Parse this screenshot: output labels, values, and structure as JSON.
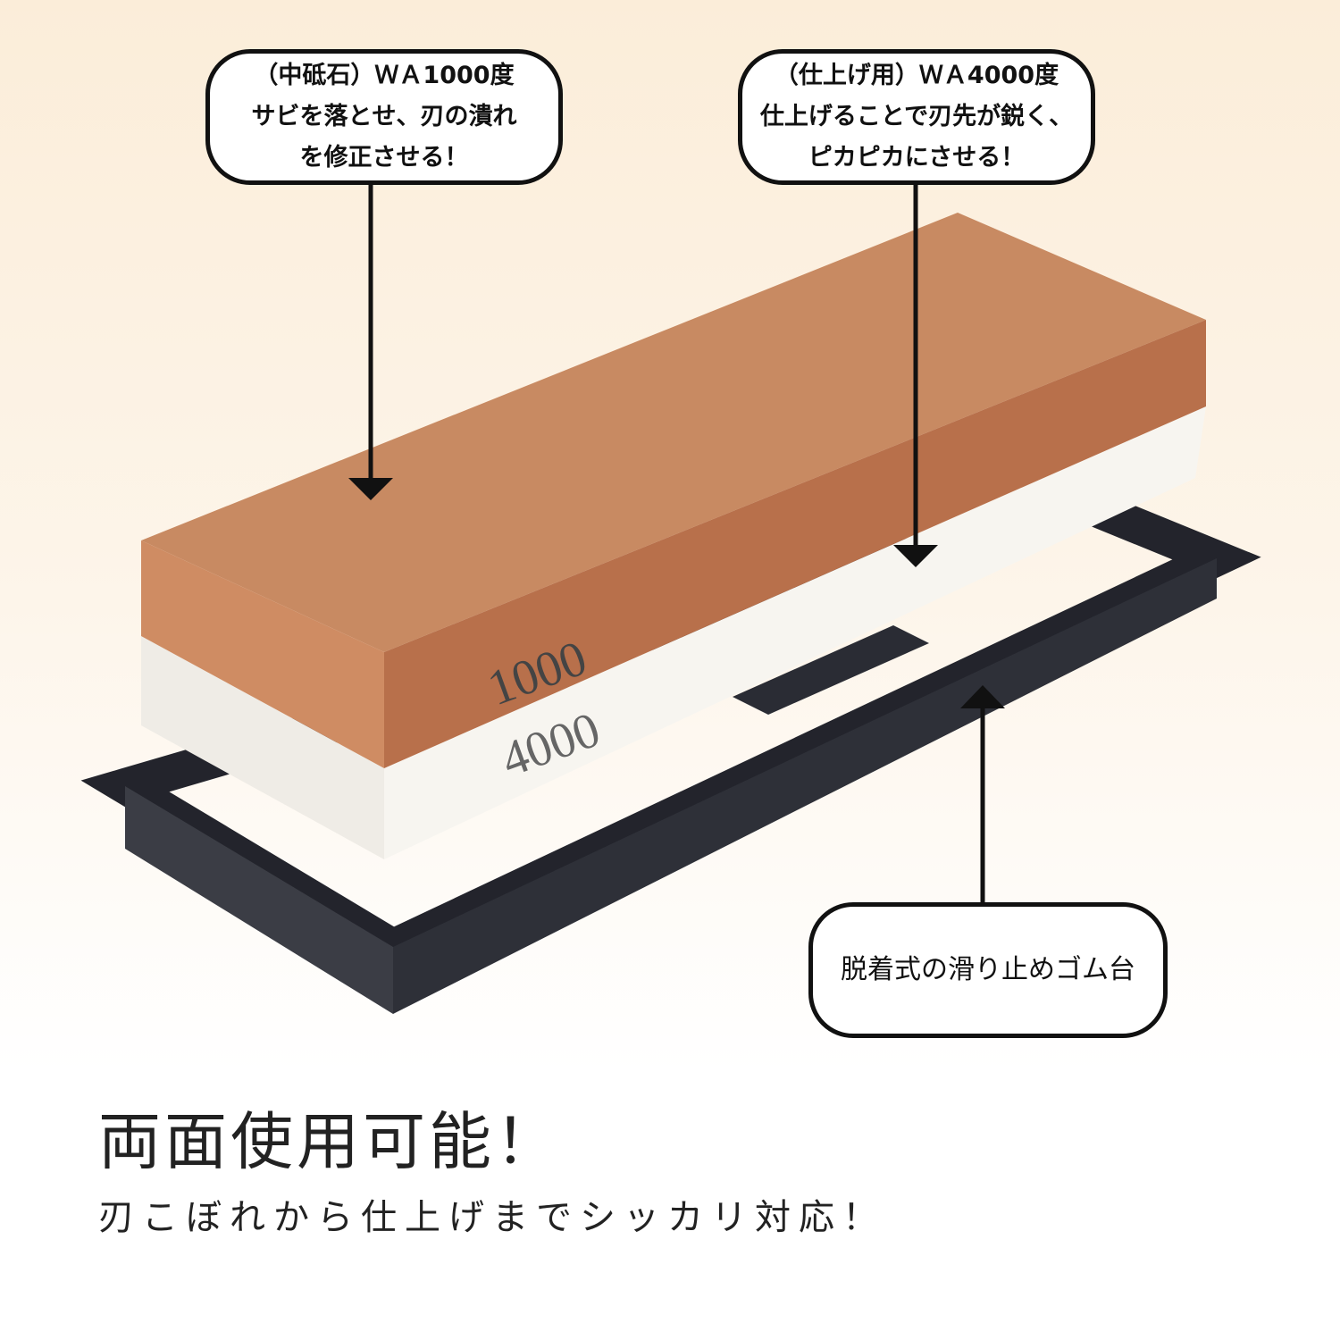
{
  "callouts": [
    {
      "lines": [
        "（中砥石）ＷＡ1000度",
        "サビを落とせ、刃の潰れ",
        "を修正させる！"
      ]
    },
    {
      "lines": [
        "（仕上げ用）ＷＡ4000度",
        "仕上げることで刃先が鋭く、",
        "ピカピカにさせる！"
      ]
    },
    {
      "lines": [
        "脱着式の滑り止めゴム台"
      ]
    }
  ],
  "stone": {
    "top_grit": "1000",
    "bottom_grit": "4000",
    "top_color": "#c98a63",
    "bottom_color": "#f4f1ea"
  },
  "headline": "両面使用可能！",
  "subheadline": "刃こぼれから仕上げまでシッカリ対応！"
}
